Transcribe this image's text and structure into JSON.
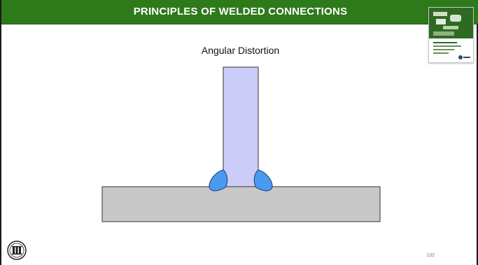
{
  "slide": {
    "title": "PRINCIPLES OF WELDED CONNECTIONS",
    "subtitle": "Angular Distortion",
    "page_number": "132"
  },
  "diagram": {
    "stem_plate": {
      "fill": "#ccccf9",
      "stroke": "#333333"
    },
    "base_plate": {
      "fill": "#c8c8c8",
      "stroke": "#333333"
    },
    "welds": {
      "fill": "#4a9bf0",
      "stroke": "#1a3a6e"
    }
  },
  "colors": {
    "header_bar": "#2e7a1b",
    "header_text": "#ffffff"
  },
  "icons": {
    "logo": "aisc-logo",
    "thumbnail": "book-cover-thumbnail"
  }
}
